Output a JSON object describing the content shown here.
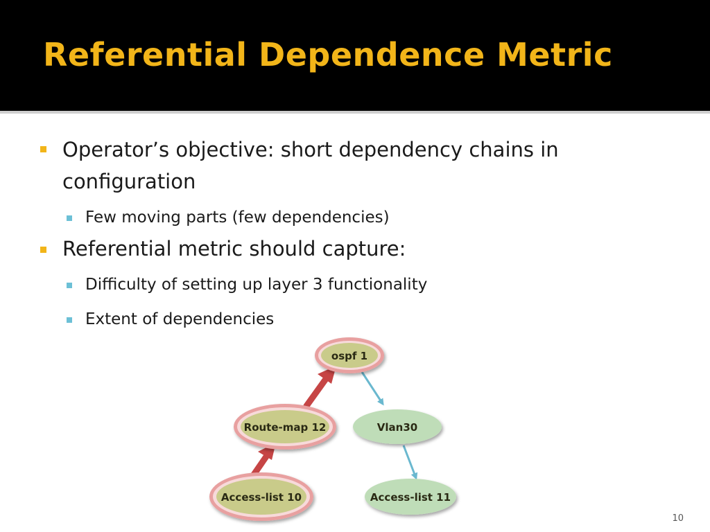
{
  "slide": {
    "title": "Referential Dependence Metric",
    "page_number": "10"
  },
  "bullets": {
    "b1_line1": "Operator’s objective: short dependency chains in",
    "b1_line2": "configuration",
    "b1_sub1": "Few moving parts (few dependencies)",
    "b2": "Referential metric should capture:",
    "b2_sub1": "Difficulty of setting up layer 3 functionality",
    "b2_sub2": "Extent of dependencies"
  },
  "diagram": {
    "nodes": {
      "ospf": "ospf 1",
      "routemap": "Route-map 12",
      "vlan": "Vlan30",
      "acl10": "Access-list 10",
      "acl11": "Access-list 11"
    },
    "colors": {
      "highlight_fill": "#C9CB8A",
      "highlight_ring": "#E8A0A0",
      "plain_fill": "#BFDDB8",
      "red_arrow": "#C64545",
      "blue_arrow": "#6AB8CF"
    }
  }
}
